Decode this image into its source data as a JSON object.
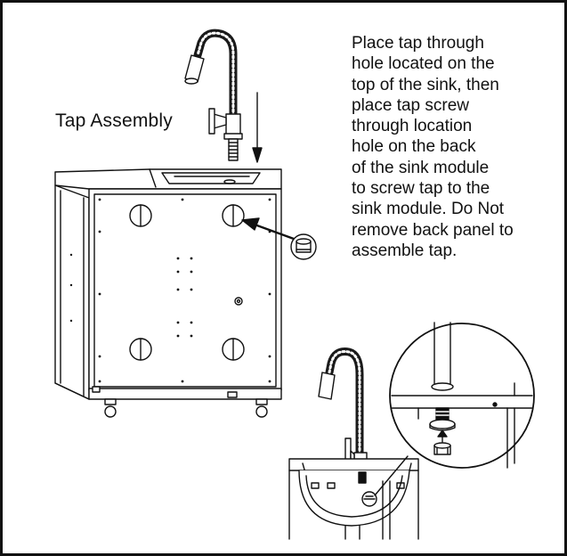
{
  "title": "Tap Assembly",
  "instruction_lines": [
    "Place tap through",
    "hole located on the",
    "top of the sink, then",
    "place tap screw",
    "through location",
    "hole on the back",
    "of the sink module",
    "to screw tap to the",
    "sink module. Do Not",
    "remove back panel to",
    "assemble tap."
  ],
  "colors": {
    "line": "#111111",
    "hose": "#1a1a1a",
    "background": "#ffffff"
  },
  "icons": [
    "down-arrow-icon",
    "pointer-arrow-icon",
    "tap-nut-icon",
    "zoom-detail-circle"
  ]
}
